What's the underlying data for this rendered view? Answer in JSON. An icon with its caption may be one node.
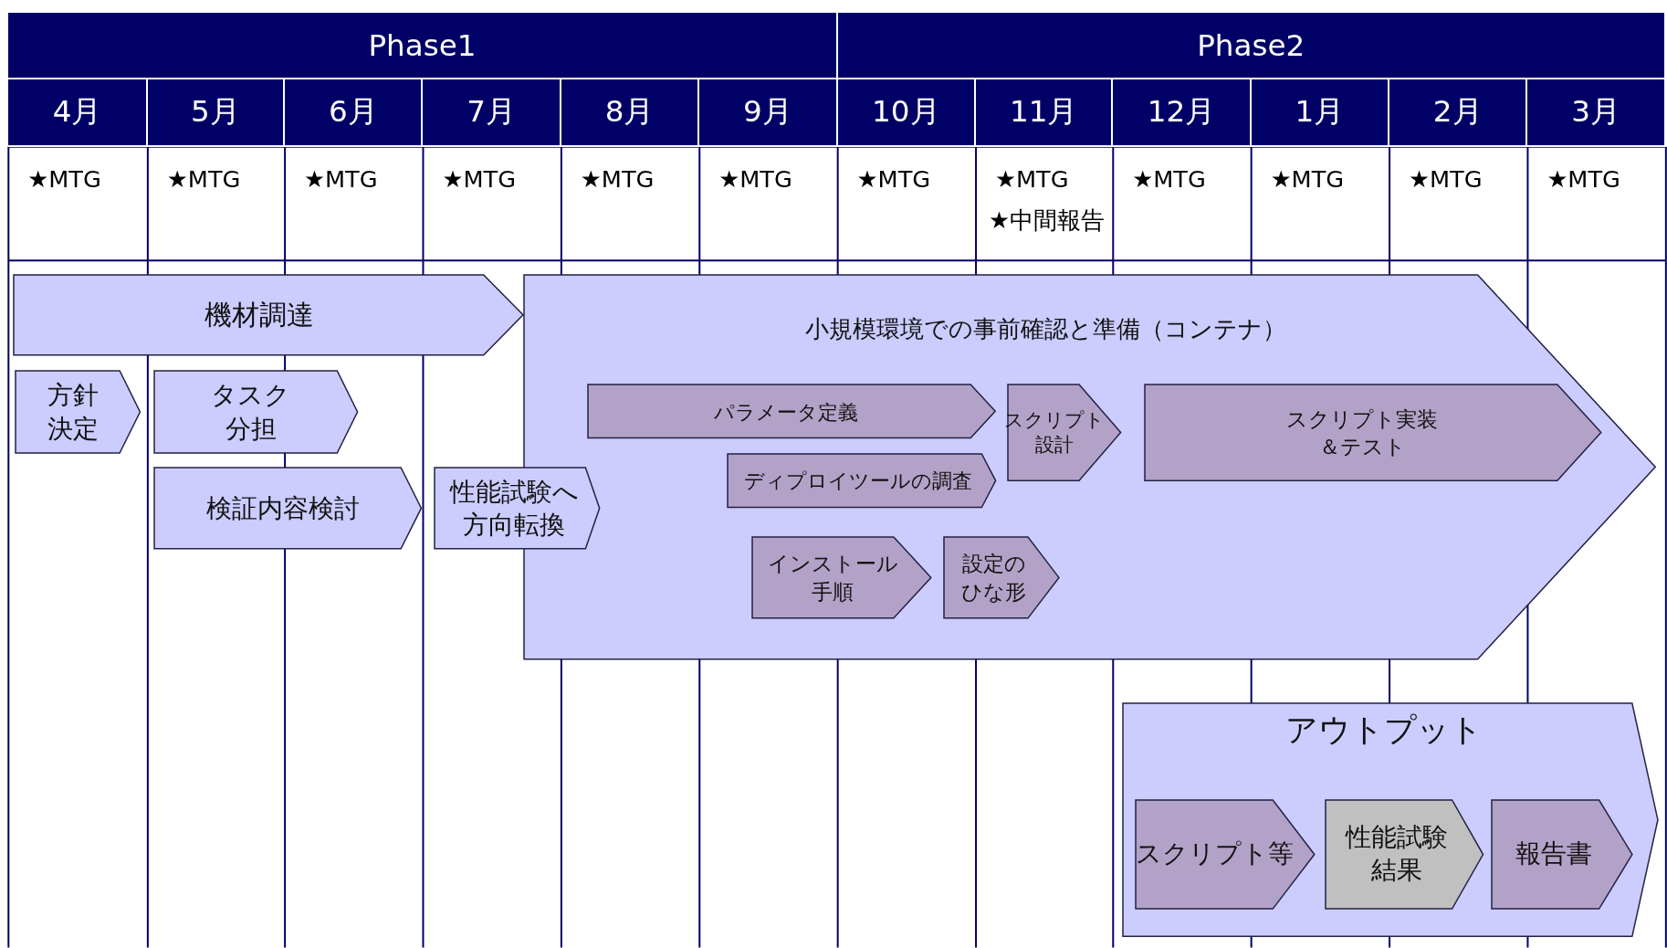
{
  "diagram": {
    "nodes": [
      {
        "text": [
          "機材調達"
        ]
      },
      {
        "text": [
          "方針決定"
        ]
      },
      {
        "text": [
          "タスク分担"
        ]
      },
      {
        "text": [
          "検証内容検討"
        ]
      },
      {
        "text": [
          "性能試験へ方向転換"
        ]
      },
      {
        "text": [
          "小規模環境での事前確認と準備（コンテナ）"
        ]
      },
      {
        "text": [
          "パラメータ定義"
        ],
        "in": 5
      },
      {
        "text": [
          "スクリプト設計"
        ],
        "in": 5
      },
      {
        "text": [
          "スクリプト実装＆テスト"
        ],
        "in": 5
      },
      {
        "text": [
          "ディプロイツールの調査"
        ],
        "in": 5
      },
      {
        "text": [
          "インストール手順"
        ],
        "in": 5
      },
      {
        "text": [
          "設定のひな形"
        ],
        "in": 5
      },
      {
        "text": [
          "アウトプット"
        ]
      },
      {
        "text": [
          "スクリプト等"
        ],
        "in": 12
      },
      {
        "text": [
          "性能試験結果"
        ],
        "in": 12
      },
      {
        "text": [
          "報告書"
        ],
        "in": 12
      }
    ],
    "labels": [
      "Phase1",
      "Phase2",
      "4月",
      "5月",
      "6月",
      "7月",
      "8月",
      "9月",
      "10月",
      "11月",
      "12月",
      "1月",
      "2月",
      "3月",
      "★MTG",
      "★MTG",
      "★MTG",
      "★MTG",
      "★MTG",
      "★MTG",
      "★MTG",
      "★MTG",
      "★MTG",
      "★MTG",
      "★MTG",
      "★MTG",
      "★中間報告"
    ]
  }
}
